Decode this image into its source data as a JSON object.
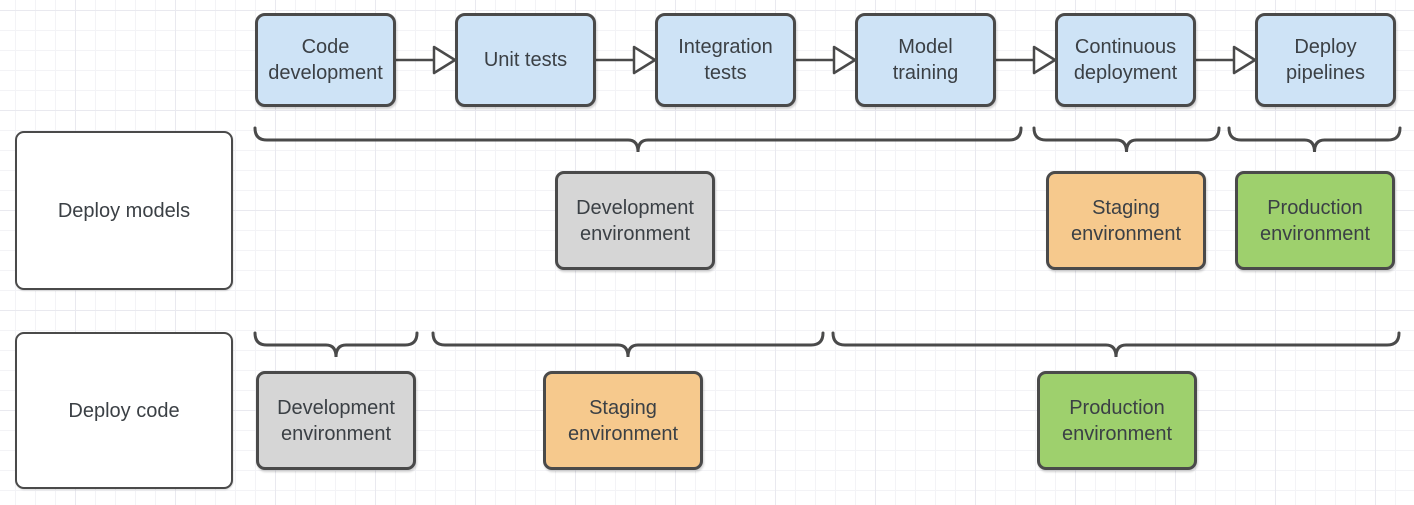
{
  "palette": {
    "canvas_bg": "#ffffff",
    "grid_minor": "#f3f3f6",
    "grid_major": "#e9e9ef",
    "connector_color": "#4a4a4a",
    "node_border": "#4a4a4a",
    "text_color": "#3b4045",
    "stage_fill_blue": "#cee3f6",
    "env_fill_gray": "#d6d6d6",
    "env_fill_orange": "#f6c98d",
    "env_fill_green": "#9ed06d",
    "row_label_fill": "#ffffff"
  },
  "diagram": {
    "pipeline_stages": [
      "Code development",
      "Unit tests",
      "Integration tests",
      "Model training",
      "Continuous deployment",
      "Deploy pipelines"
    ],
    "rows": [
      {
        "label": "Deploy models",
        "environments": [
          {
            "label": "Development environment",
            "color": "gray"
          },
          {
            "label": "Staging environment",
            "color": "orange"
          },
          {
            "label": "Production environment",
            "color": "green"
          }
        ]
      },
      {
        "label": "Deploy code",
        "environments": [
          {
            "label": "Development environment",
            "color": "gray"
          },
          {
            "label": "Staging environment",
            "color": "orange"
          },
          {
            "label": "Production environment",
            "color": "green"
          }
        ]
      }
    ]
  }
}
